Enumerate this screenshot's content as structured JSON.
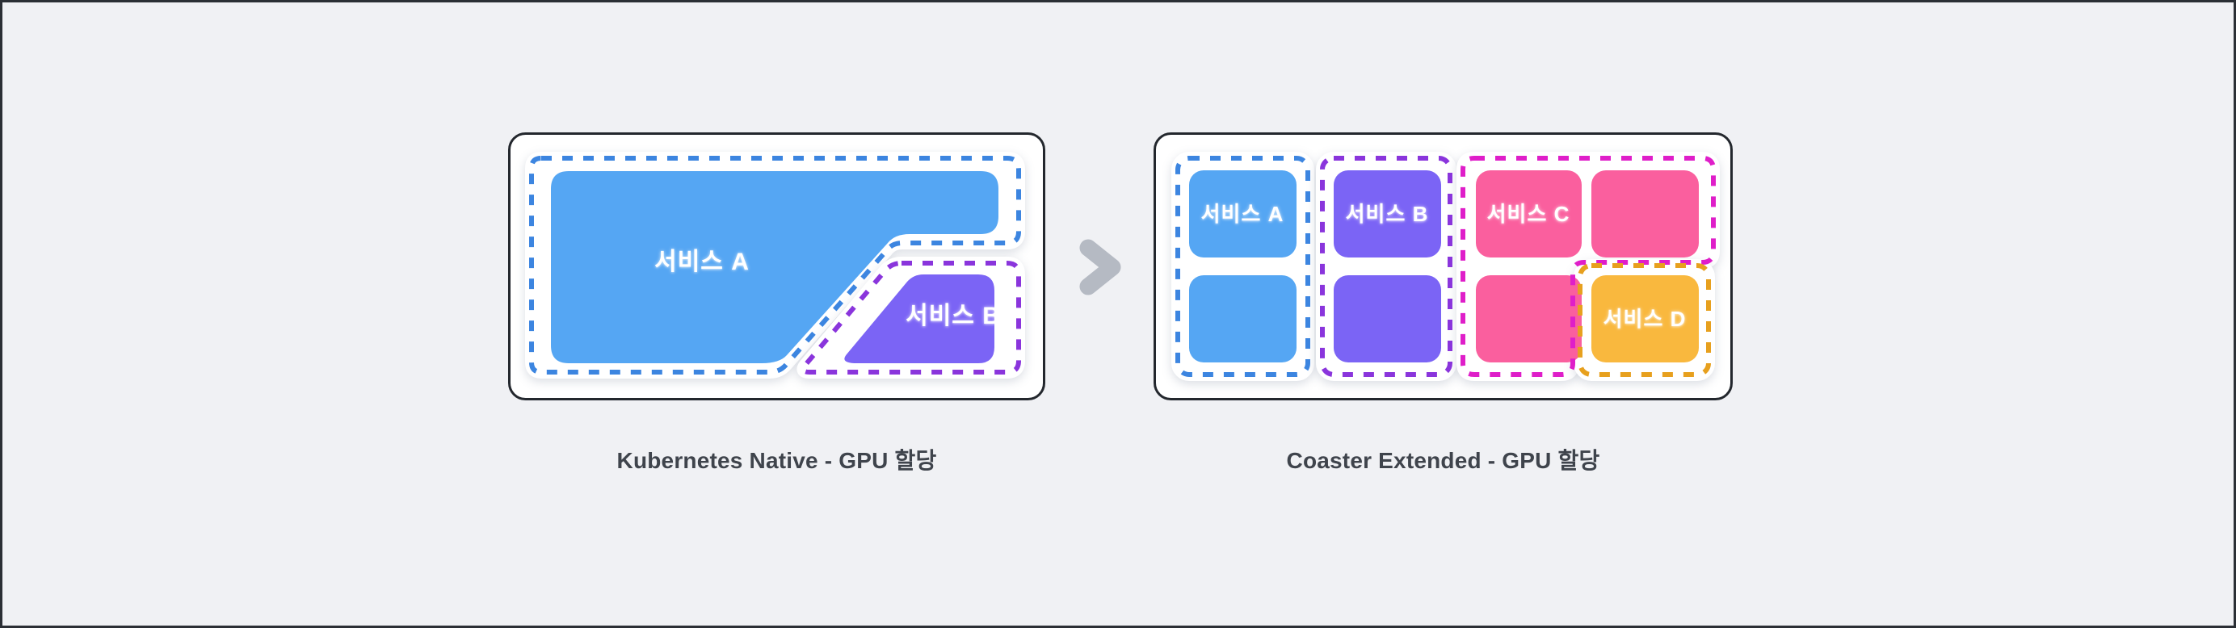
{
  "page": {
    "background": "#f0f1f4",
    "frame_border": "#2b2f35",
    "panel_bg": "#ffffff",
    "panel_border": "#23272d"
  },
  "left_panel": {
    "caption": "Kubernetes Native - GPU 할당",
    "services": [
      {
        "id": "A",
        "label": "서비스 A",
        "fill": "#55a6f3",
        "dash": "#3c85e0"
      },
      {
        "id": "B",
        "label": "서비스 B",
        "fill": "#7b64f5",
        "dash": "#8a35dc"
      }
    ]
  },
  "right_panel": {
    "caption": "Coaster Extended - GPU 할당",
    "services": [
      {
        "id": "A",
        "label": "서비스 A",
        "fill": "#55a6f3",
        "dash": "#3c85e0",
        "gpu_cells": 2
      },
      {
        "id": "B",
        "label": "서비스 B",
        "fill": "#7b64f5",
        "dash": "#8a35dc",
        "gpu_cells": 2
      },
      {
        "id": "C",
        "label": "서비스 C",
        "fill": "#fa5f9e",
        "dash": "#df1ec9",
        "gpu_cells": 3
      },
      {
        "id": "D",
        "label": "서비스 D",
        "fill": "#f9b83e",
        "dash": "#e7a01e",
        "gpu_cells": 1
      }
    ]
  },
  "arrow": {
    "icon": "chevron-right-icon",
    "color": "#b5bac3"
  }
}
